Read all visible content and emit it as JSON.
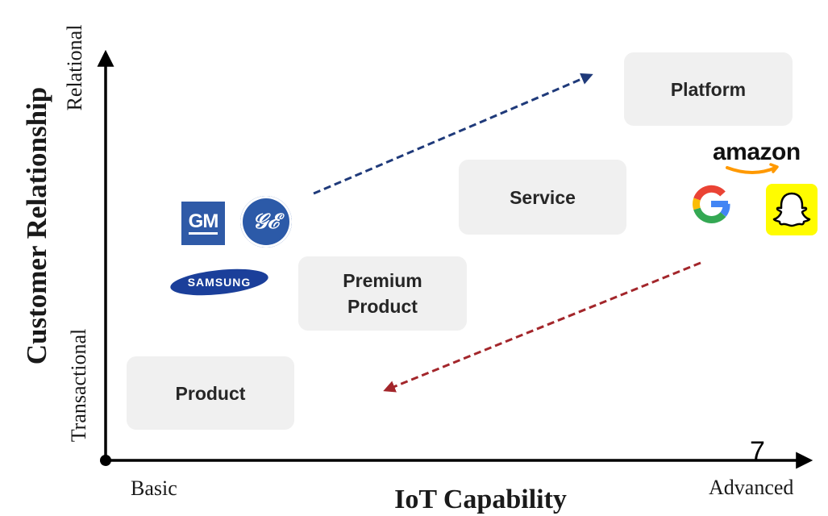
{
  "boxes": {
    "product": "Product",
    "premium_line1": "Premium",
    "premium_line2": "Product",
    "service": "Service",
    "platform": "Platform"
  },
  "axes": {
    "y_title": "Customer Relationship",
    "y_low": "Transactional",
    "y_high": "Relational",
    "x_title": "IoT Capability",
    "x_low": "Basic",
    "x_high": "Advanced"
  },
  "logos": {
    "gm": "GM",
    "ge": "GE",
    "samsung": "SAMSUNG",
    "amazon": "amazon",
    "google": "Google",
    "snapchat": "Snapchat"
  },
  "slide_number": "7",
  "colors": {
    "up_arrow": "#1f3a7a",
    "down_arrow": "#a3262b",
    "box_fill": "#f0f0f0",
    "snap_yellow": "#fffc00",
    "amazon_orange": "#ff9900"
  }
}
